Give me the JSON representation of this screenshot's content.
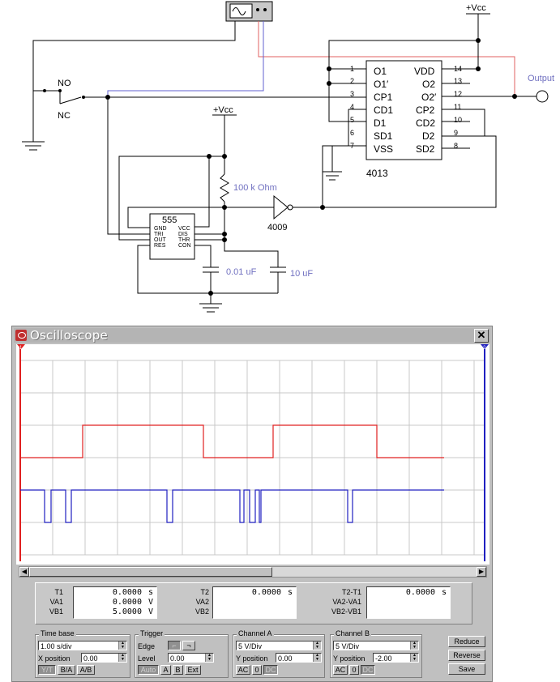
{
  "schematic": {
    "vcc_top": "+Vcc",
    "vcc_mid": "+Vcc",
    "switch_no": "NO",
    "switch_nc": "NC",
    "output_label": "Output",
    "resistor_label": "100 k Ohm",
    "cap1_label": "0.01 uF",
    "cap2_label": "10 uF",
    "inverter_label": "4009",
    "ic555": {
      "name": "555",
      "left_pins": [
        "GND",
        "TRI",
        "OUT",
        "RES"
      ],
      "right_pins": [
        "VCC",
        "DIS",
        "THR",
        "CON"
      ]
    },
    "ic4013": {
      "name": "4013",
      "left_pins": [
        {
          "num": "1",
          "label": "O1"
        },
        {
          "num": "2",
          "label": "O1′"
        },
        {
          "num": "3",
          "label": "CP1"
        },
        {
          "num": "4",
          "label": "CD1"
        },
        {
          "num": "5",
          "label": "D1"
        },
        {
          "num": "6",
          "label": "SD1"
        },
        {
          "num": "7",
          "label": "VSS"
        }
      ],
      "right_pins": [
        {
          "num": "14",
          "label": "VDD"
        },
        {
          "num": "13",
          "label": "O2"
        },
        {
          "num": "12",
          "label": "O2′"
        },
        {
          "num": "11",
          "label": "CP2"
        },
        {
          "num": "10",
          "label": "CD2"
        },
        {
          "num": "9",
          "label": "D2"
        },
        {
          "num": "8",
          "label": "SD2"
        }
      ]
    }
  },
  "scope": {
    "title": "Oscilloscope",
    "close_label": "✕",
    "marker1": "1",
    "marker2": "2",
    "colors": {
      "channel_a": "#e02020",
      "channel_b": "#2020c0",
      "grid": "#c8c8c8"
    },
    "readouts": {
      "t1_label": "T1",
      "va1_label": "VA1",
      "vb1_label": "VB1",
      "t1": "0.0000",
      "t1_unit": "s",
      "va1": "0.0000",
      "va1_unit": "V",
      "vb1": "5.0000",
      "vb1_unit": "V",
      "t2_label": "T2",
      "va2_label": "VA2",
      "vb2_label": "VB2",
      "t2": "0.0000",
      "t2_unit": "s",
      "dt_label": "T2-T1",
      "dva_label": "VA2-VA1",
      "dvb_label": "VB2-VB1",
      "dt": "0.0000",
      "dt_unit": "s"
    },
    "timebase": {
      "title": "Time base",
      "value": "1.00 s/div",
      "xpos_label": "X position",
      "xpos": "0.00",
      "modes": [
        "Y/T",
        "B/A",
        "A/B"
      ]
    },
    "trigger": {
      "title": "Trigger",
      "edge_label": "Edge",
      "level_label": "Level",
      "level": "0.00",
      "modes": [
        "Auto",
        "A",
        "B",
        "Ext"
      ]
    },
    "channel_a": {
      "title": "Channel A",
      "value": "5 V/Div",
      "ypos_label": "Y position",
      "ypos": "0.00",
      "coupling": [
        "AC",
        "0",
        "DC"
      ]
    },
    "channel_b": {
      "title": "Channel B",
      "value": "5 V/Div",
      "ypos_label": "Y position",
      "ypos": "-2.00",
      "coupling": [
        "AC",
        "0",
        "DC"
      ]
    },
    "buttons": {
      "reduce": "Reduce",
      "reverse": "Reverse",
      "save": "Save"
    }
  }
}
